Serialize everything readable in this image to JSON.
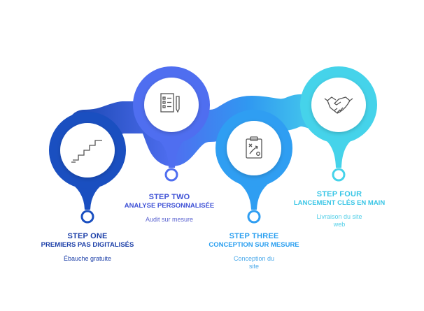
{
  "colors": {
    "step1": "#1a4fc0",
    "step2": "#4f6ef0",
    "step3": "#2f9ef2",
    "step4": "#45d3ea"
  },
  "steps": [
    {
      "title": "STEP ONE",
      "subtitle": "PREMIERS PAS DIGITALISÉS",
      "description": "Ébauche gratuite",
      "icon": "stairs-icon"
    },
    {
      "title": "STEP TWO",
      "subtitle": "ANALYSE PERSONNALISÉE",
      "description": "Audit sur mesure",
      "icon": "checklist-icon"
    },
    {
      "title": "STEP THREE",
      "subtitle": "CONCEPTION SUR MESURE",
      "description": "Conception du site",
      "icon": "strategy-board-icon"
    },
    {
      "title": "STEP FOUR",
      "subtitle": "LANCEMENT CLÉS EN MAIN",
      "description": "Livraison du site web",
      "icon": "handshake-icon"
    }
  ]
}
